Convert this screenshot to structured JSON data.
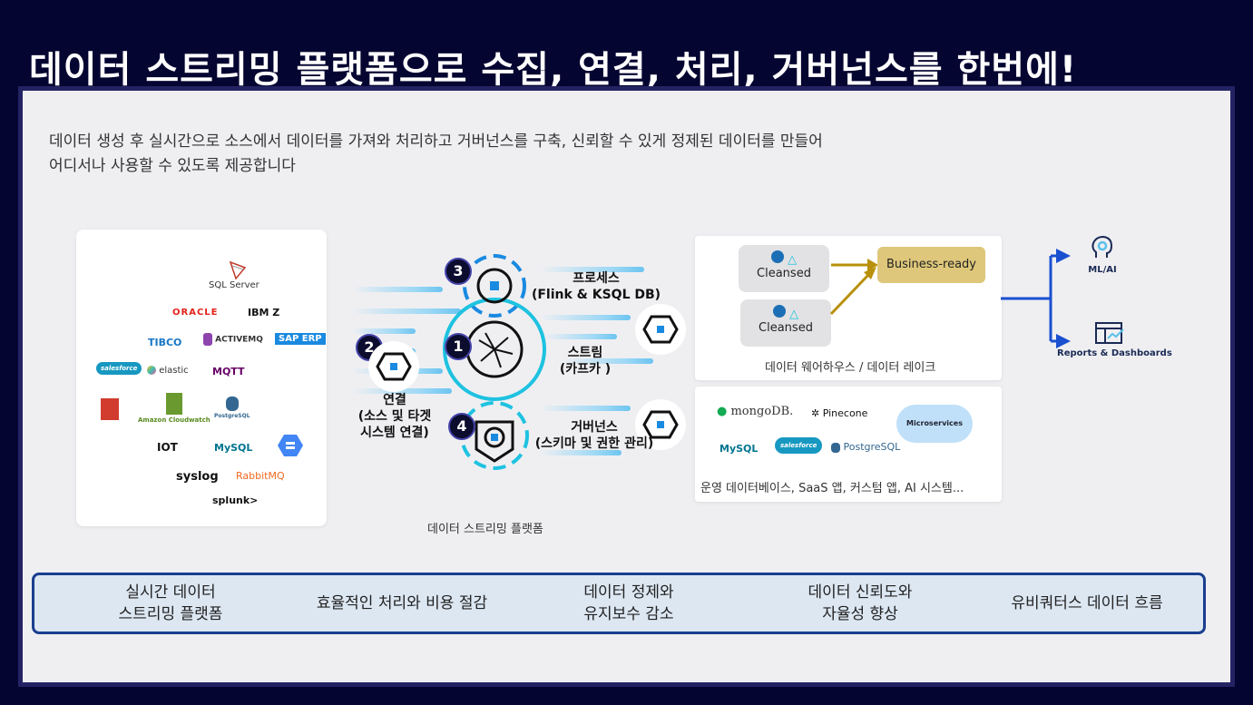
{
  "title": "데이터 스트리밍 플랫폼으로 수집, 연결, 처리, 거버넌스를 한번에!",
  "description": {
    "line1": "데이터 생성 후 실시간으로 소스에서 데이터를 가져와 처리하고 거버넌스를 구축, 신뢰할 수 있게 정제된 데이터를 만들어",
    "line2": "어디서나 사용할 수 있도록 제공합니다"
  },
  "sources": {
    "logos": [
      "SQL Server",
      "ORACLE",
      "IBM Z",
      "TIBCO",
      "ACTIVEMQ",
      "SAP ERP",
      "salesforce",
      "elastic",
      "MQTT",
      "Amazon S3",
      "Amazon Cloudwatch",
      "PostgreSQL",
      "IOT",
      "MySQL",
      "Google Cloud Storage",
      "syslog",
      "RabbitMQ",
      "splunk>"
    ]
  },
  "platform": {
    "caption": "데이터 스트리밍 플랫폼",
    "steps": [
      {
        "num": "1",
        "line1": "스트림",
        "line2": "(카프카 )"
      },
      {
        "num": "2",
        "line1": "연결",
        "line2": "(소스 및 타겟",
        "line3": "시스템 연결)"
      },
      {
        "num": "3",
        "line1": "프로세스",
        "line2": "(Flink & KSQL DB)"
      },
      {
        "num": "4",
        "line1": "거버넌스",
        "line2": "(스키마 및 권한 관리)"
      }
    ]
  },
  "warehouse": {
    "cleansed_1": "Cleansed",
    "cleansed_2": "Cleansed",
    "business_ready": "Business-ready",
    "caption": "데이터 웨어하우스 / 데이터 레이크"
  },
  "operational": {
    "logos": [
      "mongoDB.",
      "Pinecone",
      "Microservices",
      "MySQL",
      "salesforce",
      "PostgreSQL"
    ],
    "caption": "운영 데이터베이스, SaaS 앱, 커스텀 앱, AI 시스템..."
  },
  "outputs": {
    "ml_ai": "ML/AI",
    "reports": "Reports & Dashboards"
  },
  "benefits": [
    {
      "line1": "실시간 데이터",
      "line2": "스트리밍 플랫폼"
    },
    {
      "line1": "효율적인  처리와 비용 절감",
      "line2": ""
    },
    {
      "line1": "데이터 정제와",
      "line2": "유지보수 감소"
    },
    {
      "line1": "데이터 신뢰도와",
      "line2": "자율성 향상"
    },
    {
      "line1": "유비쿼터스 데이터 흐름",
      "line2": ""
    }
  ],
  "colors": {
    "navy": "#050531",
    "frame": "#232363",
    "accent_blue": "#1a4fd0",
    "gold": "#dec77a",
    "cyan": "#1ec2e0"
  }
}
